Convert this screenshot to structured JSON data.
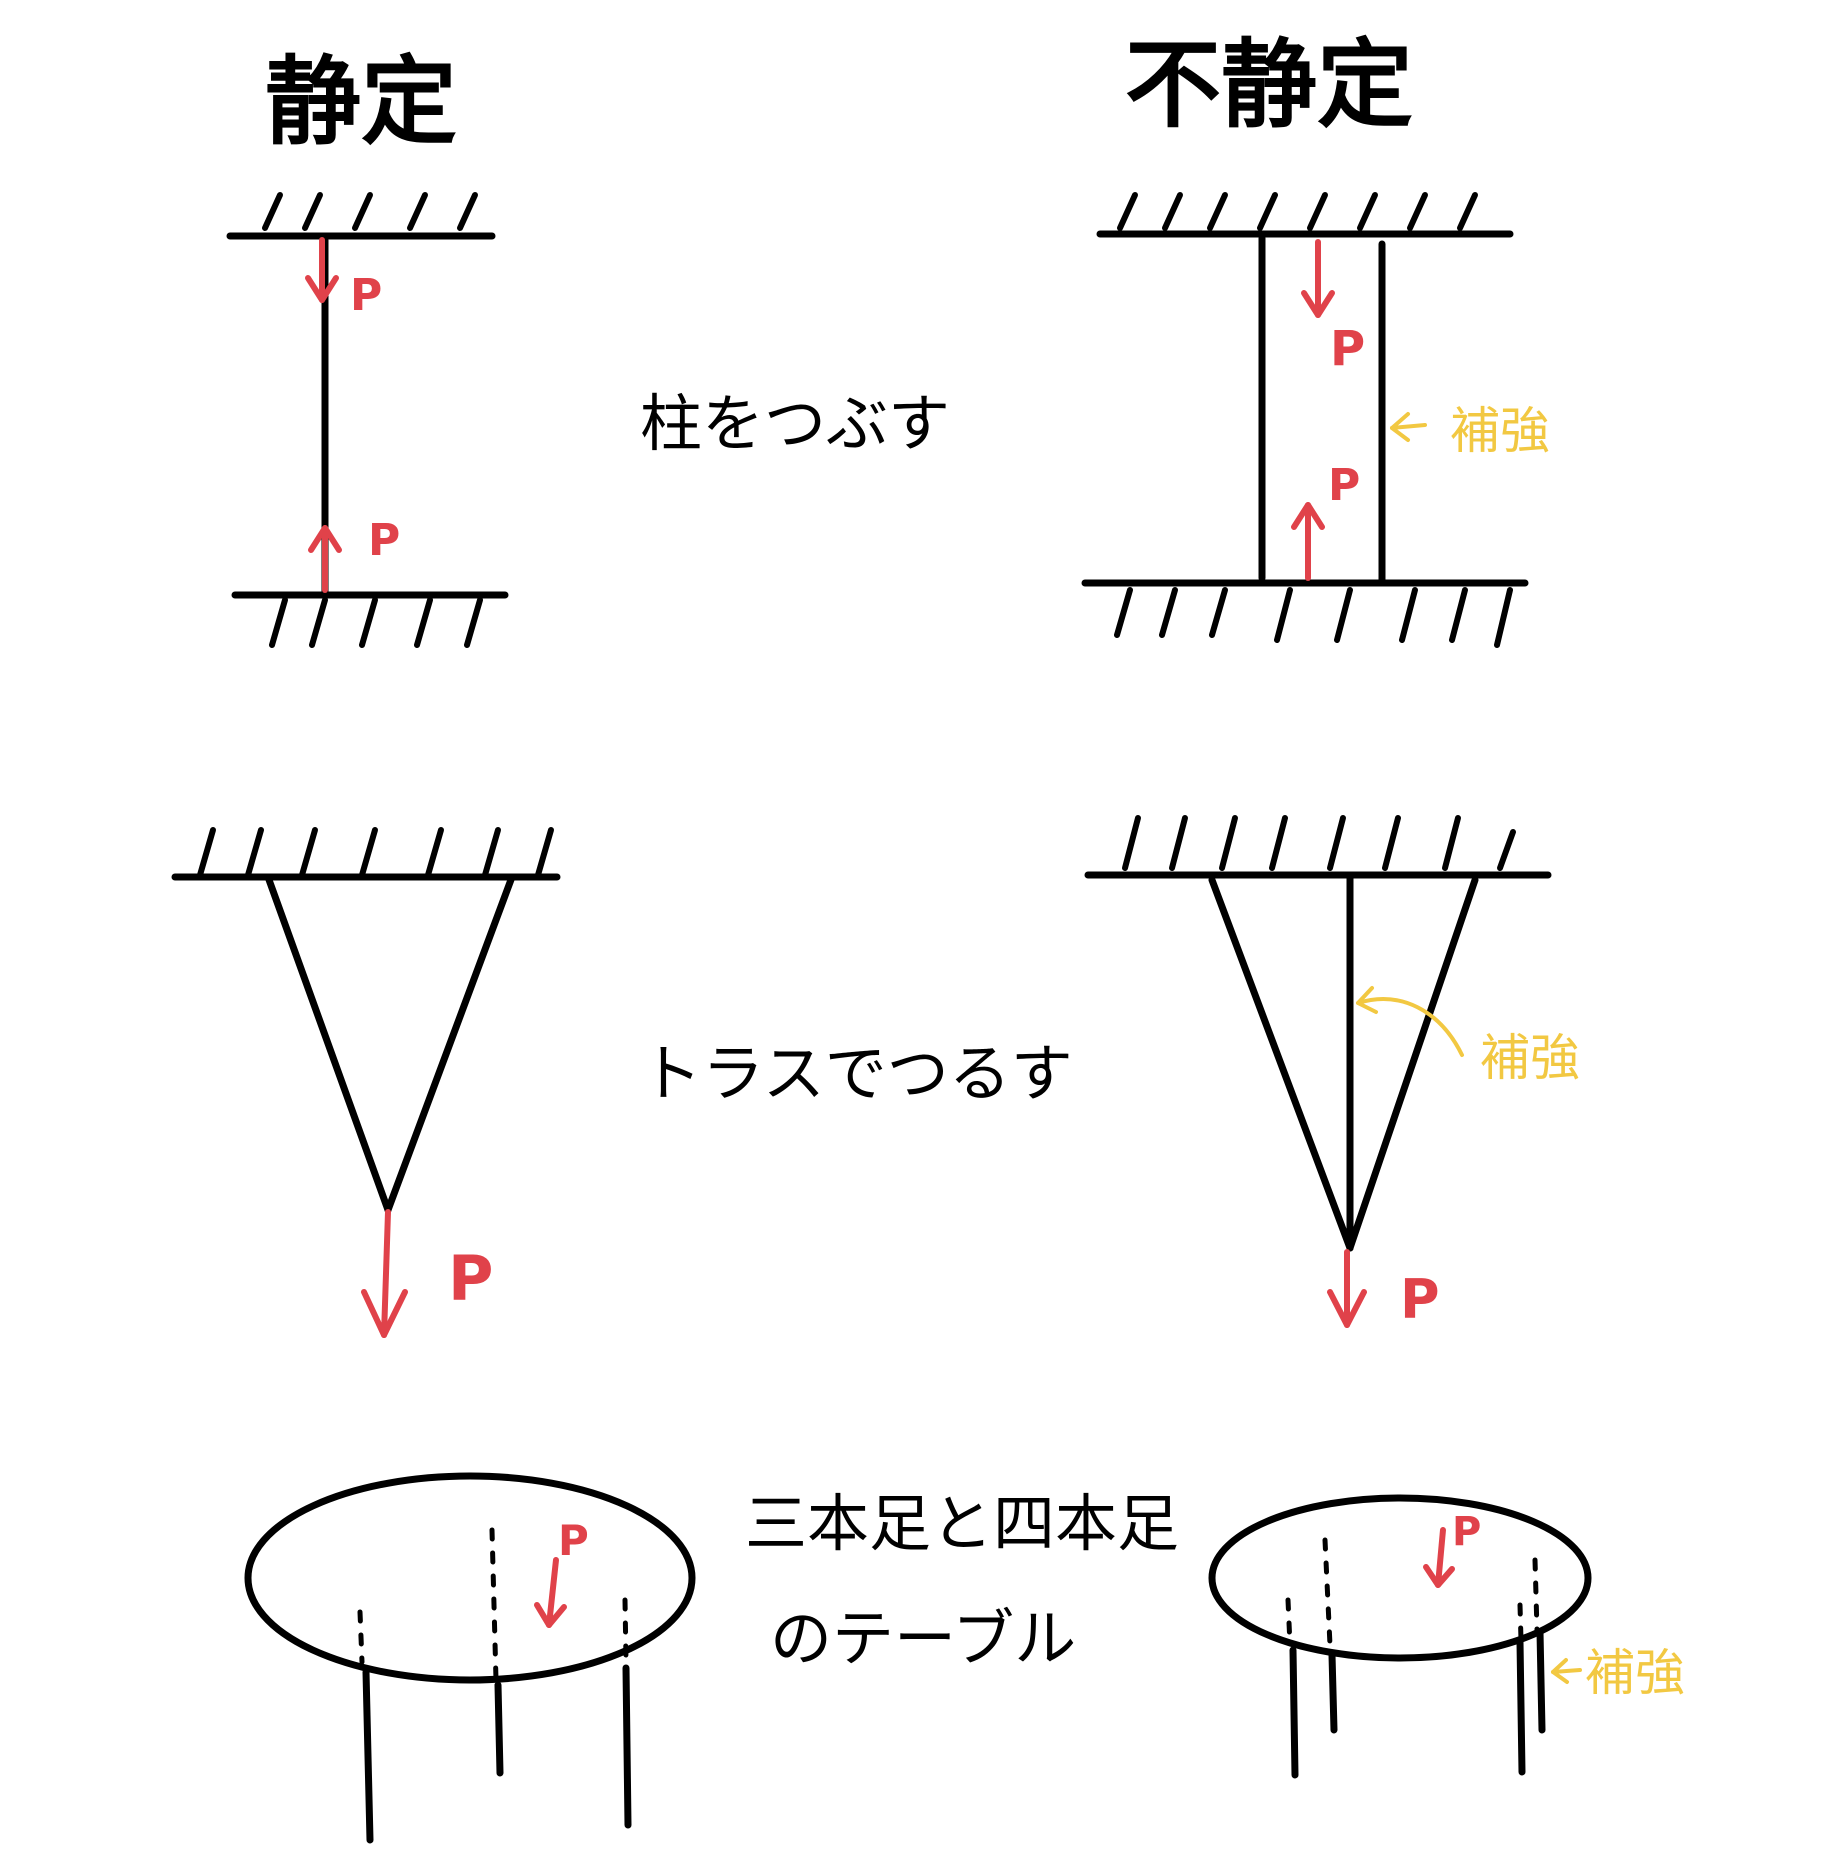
{
  "headers": {
    "static": "静定",
    "indeterminate": "不静定"
  },
  "captions": {
    "row1": "柱をつぶす",
    "row2": "トラスでつるす",
    "row3_line1": "三本足と四本足",
    "row3_line2": "のテーブル"
  },
  "labels": {
    "load": "P",
    "reinforcement": "補強"
  },
  "colors": {
    "structure": "#000000",
    "load": "#e0424a",
    "reinforcement": "#f2c842"
  }
}
